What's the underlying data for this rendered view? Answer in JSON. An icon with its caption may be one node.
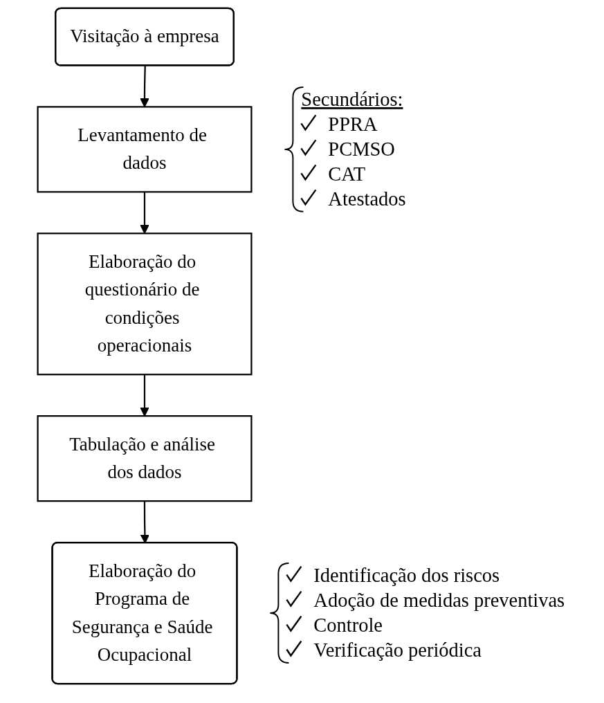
{
  "diagram": {
    "nodes": [
      {
        "text": [
          "Visitação à empresa"
        ]
      },
      {
        "text": [
          "Levantamento de dados"
        ],
        "beside": [
          "Secundários:",
          "PPRA",
          "PCMSO",
          "CAT",
          "Atestados"
        ]
      },
      {
        "text": [
          "Elaboração do questionário de condições operacionais"
        ]
      },
      {
        "text": [
          "Tabulação e análise dos dados"
        ]
      },
      {
        "text": [
          "Elaboração do Programa de Segurança e Saúde Ocupacional"
        ],
        "beside": [
          "Identificação dos riscos",
          "Adoção de medidas preventivas",
          "Controle",
          "Verificação periódica"
        ]
      }
    ],
    "edges": [
      {
        "from": 0,
        "to": 1,
        "arrow": "to"
      },
      {
        "from": 1,
        "to": 2,
        "arrow": "to"
      },
      {
        "from": 2,
        "to": 3,
        "arrow": "to"
      },
      {
        "from": 3,
        "to": 4,
        "arrow": "to"
      }
    ]
  }
}
